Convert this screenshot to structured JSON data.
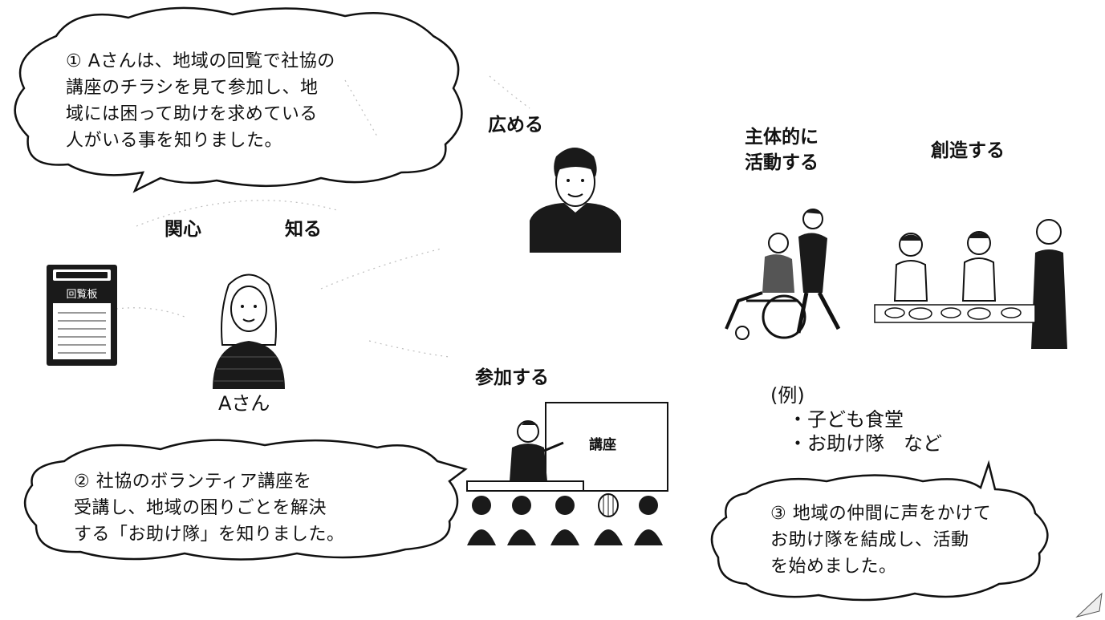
{
  "bubbles": {
    "step1": "① Aさんは、地域の回覧で社協の\n講座のチラシを見て参加し、地\n域には困って助けを求めている\n人がいる事を知りました。",
    "step2": "② 社協のボランティア講座を\n受講し、地域の困りごとを解決\nする「お助け隊」を知りました。",
    "step3": "③ 地域の仲間に声をかけて\nお助け隊を結成し、活動\nを始めました。"
  },
  "labels": {
    "kanshin": "関心",
    "shiru": "知る",
    "hiromeru": "広める",
    "sanka": "参加する",
    "shutai": "主体的に\n活動する",
    "souzou": "創造する"
  },
  "person_a_name": "Aさん",
  "board_title": "回覧板",
  "lecture_board": "講座",
  "examples": {
    "heading": "(例)",
    "item1": "・子ども食堂",
    "item2": "・お助け隊　など"
  }
}
